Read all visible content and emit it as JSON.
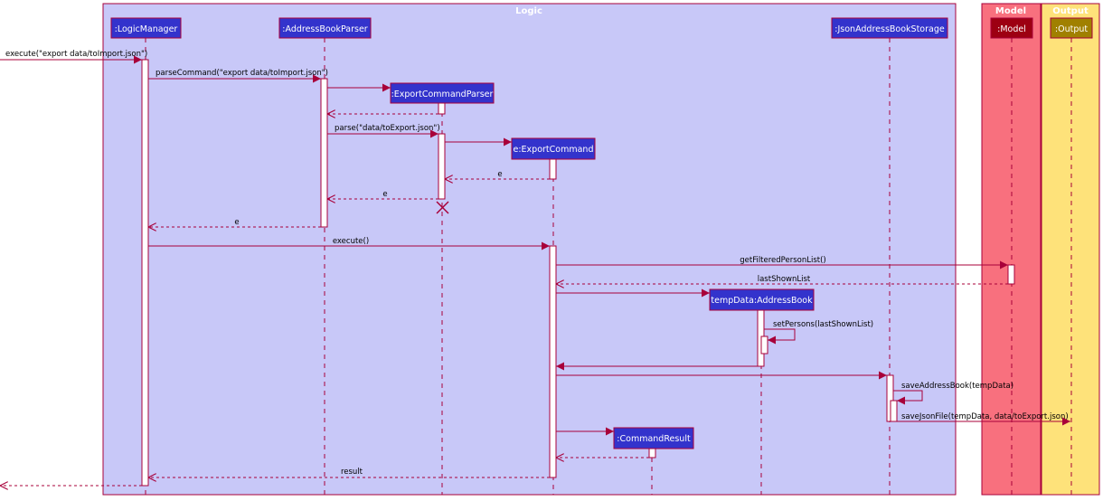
{
  "boxes": {
    "logic": "Logic",
    "model": "Model",
    "output": "Output"
  },
  "participants": {
    "logic_manager": ":LogicManager",
    "address_book_parser": ":AddressBookParser",
    "export_command_parser": ":ExportCommandParser",
    "export_command": "e:ExportCommand",
    "temp_data": "tempData:AddressBook",
    "command_result": ":CommandResult",
    "storage": ":JsonAddressBookStorage",
    "model": ":Model",
    "output": ":Output"
  },
  "messages": {
    "m1": "execute(\"export data/toImport.json\")",
    "m2": "parseCommand(\"export data/toImport.json\")",
    "m3": "parse(\"data/toExport.json\")",
    "m4": "e",
    "m5": "e",
    "m6": "e",
    "m7": "execute()",
    "m8": "getFilteredPersonList()",
    "m9": "lastShownList",
    "m10": "setPersons(lastShownList)",
    "m11": "saveAddressBook(tempData)",
    "m12": "saveJsonFile(tempData, data/toExport.json)",
    "m13": "result"
  },
  "colors": {
    "logic_bg": "#c8c8f8",
    "model_bg": "#f8707e",
    "output_bg": "#fee27a",
    "participant_fill": "#3333cc",
    "model_fill": "#9d0012",
    "output_fill": "#a08000",
    "border": "#a8003a",
    "arrow": "#a8003a"
  }
}
